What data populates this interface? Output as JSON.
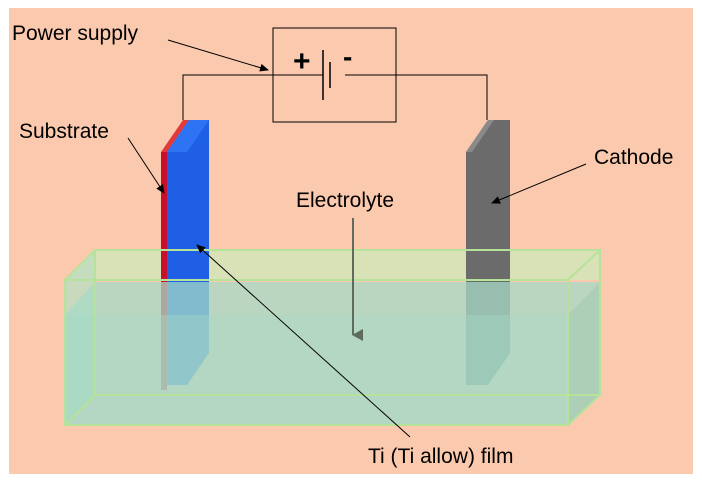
{
  "diagram": {
    "background": "#fbcaae",
    "labels": {
      "power_supply": "Power supply",
      "substrate": "Substrate",
      "cathode": "Cathode",
      "electrolyte": "Electrolyte",
      "film": "Ti (Ti allow) film",
      "plus": "+",
      "minus": "-"
    },
    "colors": {
      "substrate": "#c8102e",
      "film": "#1f5fe6",
      "cathode": "#6b6b6b",
      "electrolyte": "#a6d9c6",
      "tank_edge": "#b5e39a",
      "wire": "#000000"
    }
  }
}
